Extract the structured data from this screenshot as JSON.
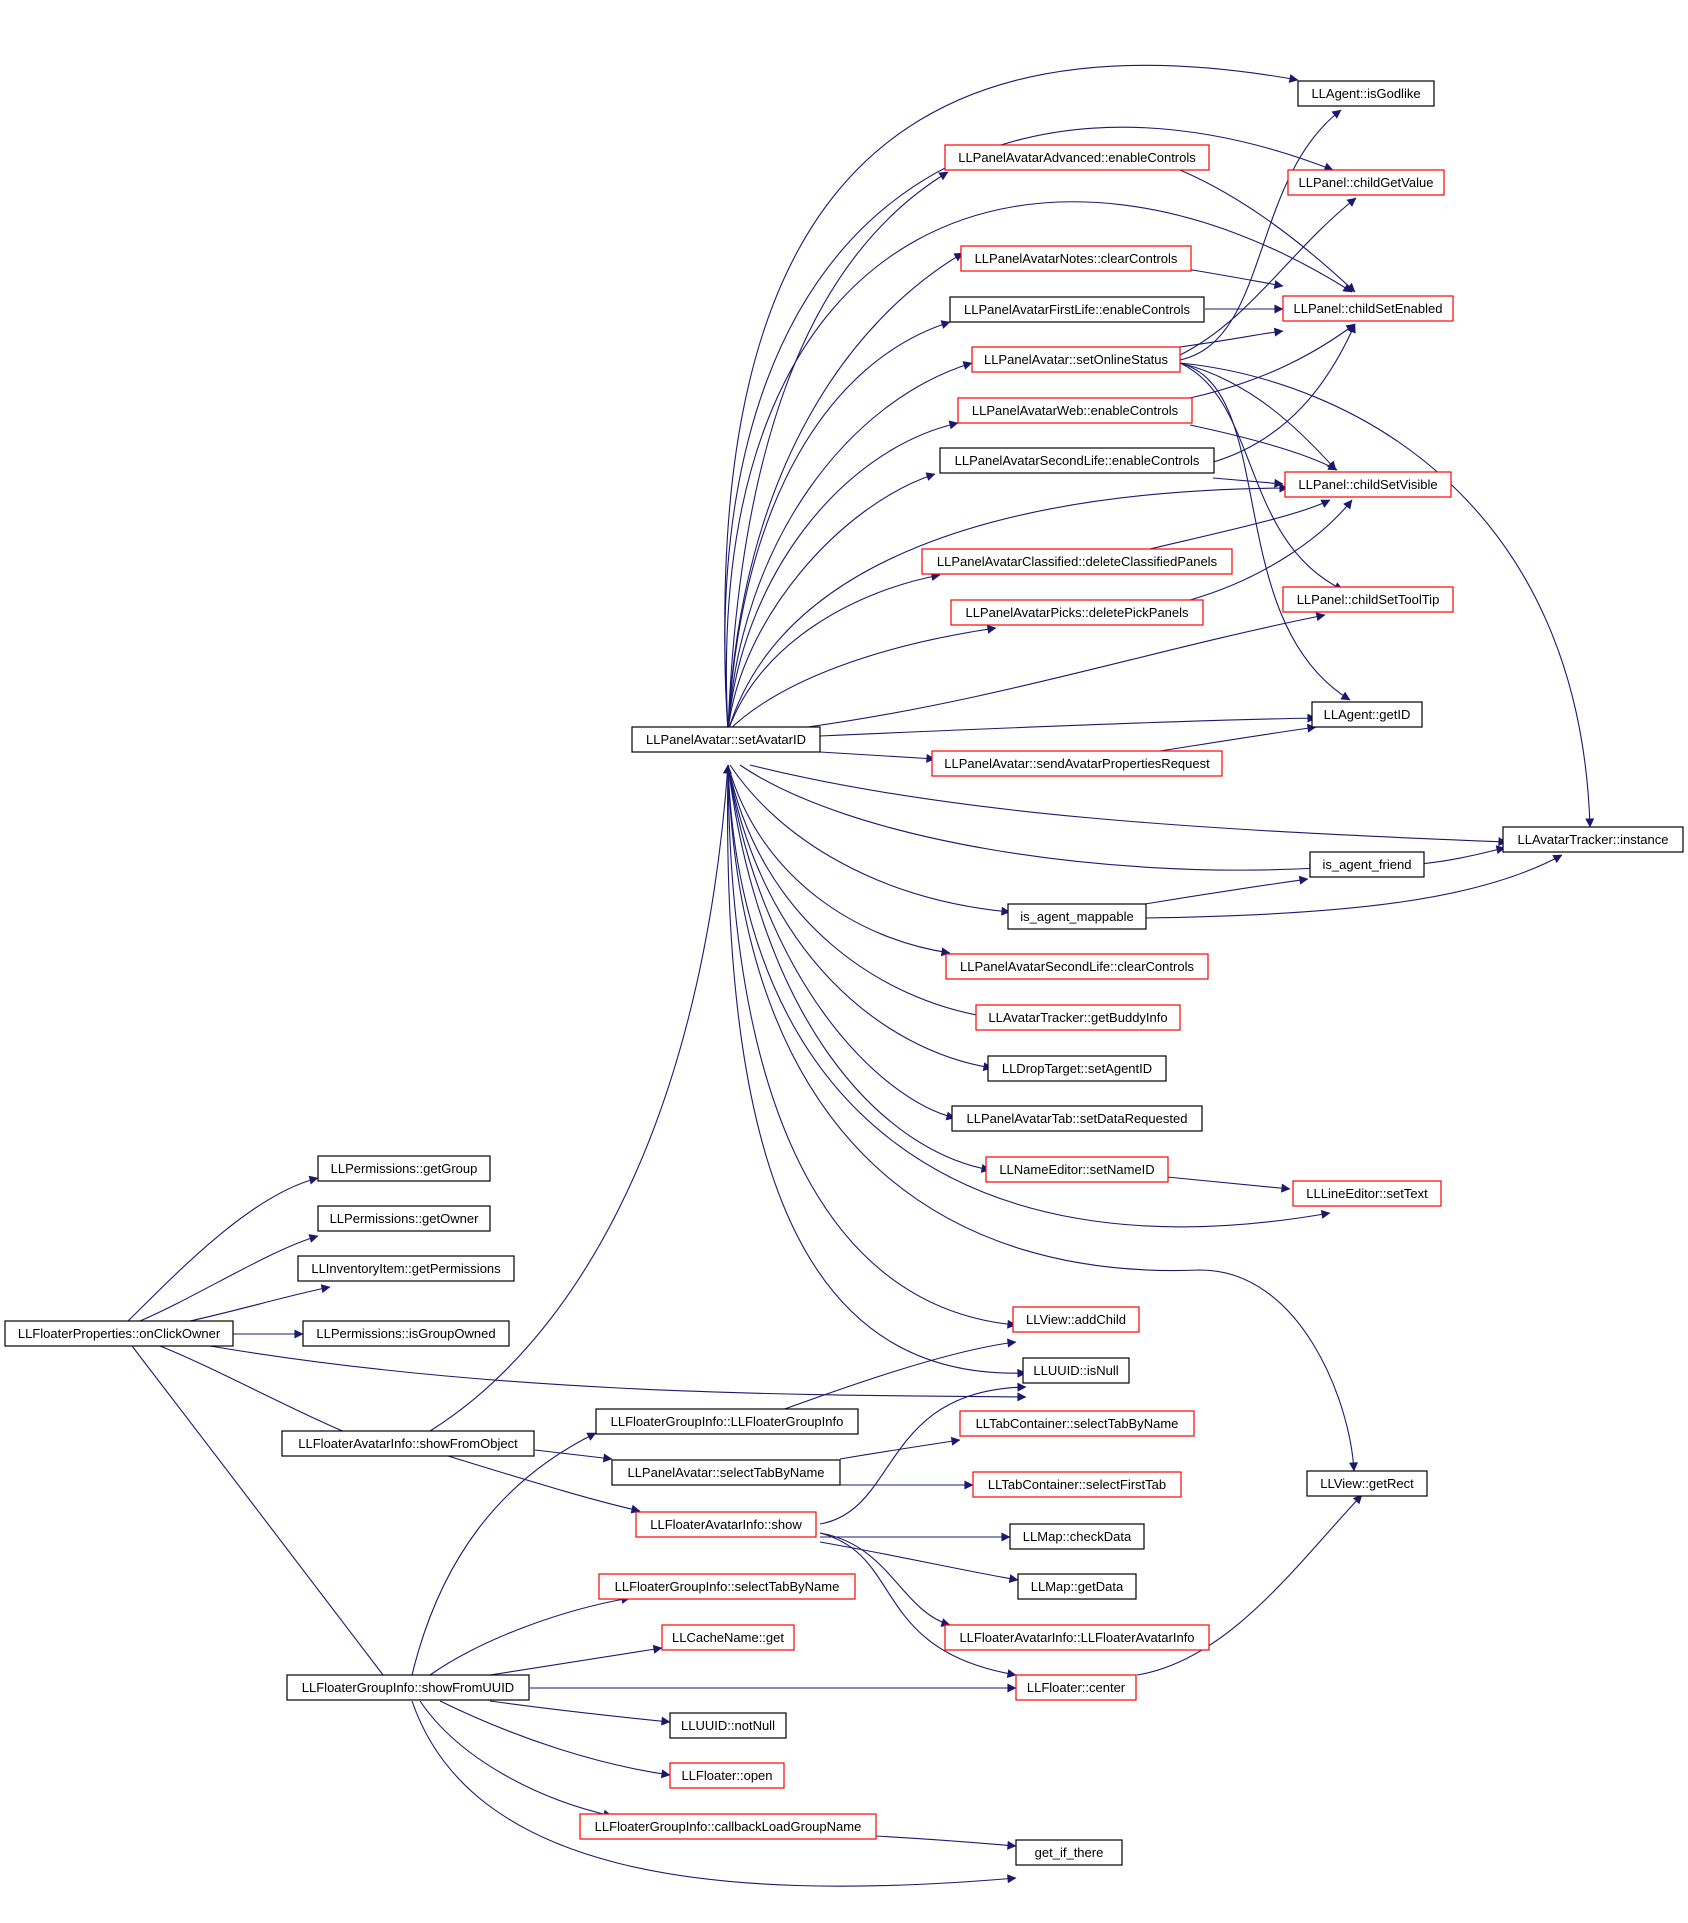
{
  "colors": {
    "edge": "#191970",
    "arrowhead": "#191970",
    "node_border_default": "#000000",
    "node_border_undocumented": "#ff0000",
    "node_fill_root": "#bfbfbf",
    "node_fill": "#ffffff"
  },
  "nodes": [
    {
      "id": "root",
      "label": "LLFloaterProperties::onClickOwner",
      "style": "root"
    },
    {
      "id": "getGroup",
      "label": "LLPermissions::getGroup",
      "style": "black"
    },
    {
      "id": "getOwner",
      "label": "LLPermissions::getOwner",
      "style": "black"
    },
    {
      "id": "getPermissions",
      "label": "LLInventoryItem::getPermissions",
      "style": "black"
    },
    {
      "id": "isGroupOwned",
      "label": "LLPermissions::isGroupOwned",
      "style": "black"
    },
    {
      "id": "showFromObject",
      "label": "LLFloaterAvatarInfo::showFromObject",
      "style": "black"
    },
    {
      "id": "showFromUUID",
      "label": "LLFloaterGroupInfo::showFromUUID",
      "style": "black"
    },
    {
      "id": "setAvatarID",
      "label": "LLPanelAvatar::setAvatarID",
      "style": "black"
    },
    {
      "id": "advEnable",
      "label": "LLPanelAvatarAdvanced::enableControls",
      "style": "red"
    },
    {
      "id": "notesClear",
      "label": "LLPanelAvatarNotes::clearControls",
      "style": "red"
    },
    {
      "id": "firstLifeEnable",
      "label": "LLPanelAvatarFirstLife::enableControls",
      "style": "black"
    },
    {
      "id": "setOnlineStatus",
      "label": "LLPanelAvatar::setOnlineStatus",
      "style": "red"
    },
    {
      "id": "webEnable",
      "label": "LLPanelAvatarWeb::enableControls",
      "style": "red"
    },
    {
      "id": "slEnable",
      "label": "LLPanelAvatarSecondLife::enableControls",
      "style": "black"
    },
    {
      "id": "delClassified",
      "label": "LLPanelAvatarClassified::deleteClassifiedPanels",
      "style": "red"
    },
    {
      "id": "delPicks",
      "label": "LLPanelAvatarPicks::deletePickPanels",
      "style": "red"
    },
    {
      "id": "sendReq",
      "label": "LLPanelAvatar::sendAvatarPropertiesRequest",
      "style": "red"
    },
    {
      "id": "isMappable",
      "label": "is_agent_mappable",
      "style": "black"
    },
    {
      "id": "slClear",
      "label": "LLPanelAvatarSecondLife::clearControls",
      "style": "red"
    },
    {
      "id": "getBuddyInfo",
      "label": "LLAvatarTracker::getBuddyInfo",
      "style": "red"
    },
    {
      "id": "setAgentID",
      "label": "LLDropTarget::setAgentID",
      "style": "black"
    },
    {
      "id": "setDataReq",
      "label": "LLPanelAvatarTab::setDataRequested",
      "style": "black"
    },
    {
      "id": "setNameID",
      "label": "LLNameEditor::setNameID",
      "style": "red"
    },
    {
      "id": "isGodlike",
      "label": "LLAgent::isGodlike",
      "style": "black"
    },
    {
      "id": "childGetValue",
      "label": "LLPanel::childGetValue",
      "style": "red"
    },
    {
      "id": "childSetEnabled",
      "label": "LLPanel::childSetEnabled",
      "style": "red"
    },
    {
      "id": "childSetVisible",
      "label": "LLPanel::childSetVisible",
      "style": "red"
    },
    {
      "id": "childSetToolTip",
      "label": "LLPanel::childSetToolTip",
      "style": "red"
    },
    {
      "id": "getID",
      "label": "LLAgent::getID",
      "style": "black"
    },
    {
      "id": "isFriend",
      "label": "is_agent_friend",
      "style": "black"
    },
    {
      "id": "trackerInstance",
      "label": "LLAvatarTracker::instance",
      "style": "black"
    },
    {
      "id": "setText",
      "label": "LLLineEditor::setText",
      "style": "red"
    },
    {
      "id": "addChild",
      "label": "LLView::addChild",
      "style": "red"
    },
    {
      "id": "isNull",
      "label": "LLUUID::isNull",
      "style": "black"
    },
    {
      "id": "getRect",
      "label": "LLView::getRect",
      "style": "black"
    },
    {
      "id": "fgiCtor",
      "label": "LLFloaterGroupInfo::LLFloaterGroupInfo",
      "style": "black"
    },
    {
      "id": "selectTabByName",
      "label": "LLPanelAvatar::selectTabByName",
      "style": "black"
    },
    {
      "id": "faiShow",
      "label": "LLFloaterAvatarInfo::show",
      "style": "red"
    },
    {
      "id": "tcSelectByName",
      "label": "LLTabContainer::selectTabByName",
      "style": "red"
    },
    {
      "id": "tcSelectFirst",
      "label": "LLTabContainer::selectFirstTab",
      "style": "red"
    },
    {
      "id": "checkData",
      "label": "LLMap::checkData",
      "style": "black"
    },
    {
      "id": "mapGetData",
      "label": "LLMap::getData",
      "style": "black"
    },
    {
      "id": "faiCtor",
      "label": "LLFloaterAvatarInfo::LLFloaterAvatarInfo",
      "style": "red"
    },
    {
      "id": "center",
      "label": "LLFloater::center",
      "style": "red"
    },
    {
      "id": "fgiSelectTab",
      "label": "LLFloaterGroupInfo::selectTabByName",
      "style": "red"
    },
    {
      "id": "cacheGet",
      "label": "LLCacheName::get",
      "style": "red"
    },
    {
      "id": "notNull",
      "label": "LLUUID::notNull",
      "style": "black"
    },
    {
      "id": "floaterOpen",
      "label": "LLFloater::open",
      "style": "red"
    },
    {
      "id": "callbackLoad",
      "label": "LLFloaterGroupInfo::callbackLoadGroupName",
      "style": "red"
    },
    {
      "id": "getIfThere",
      "label": "get_if_there",
      "style": "black"
    }
  ]
}
